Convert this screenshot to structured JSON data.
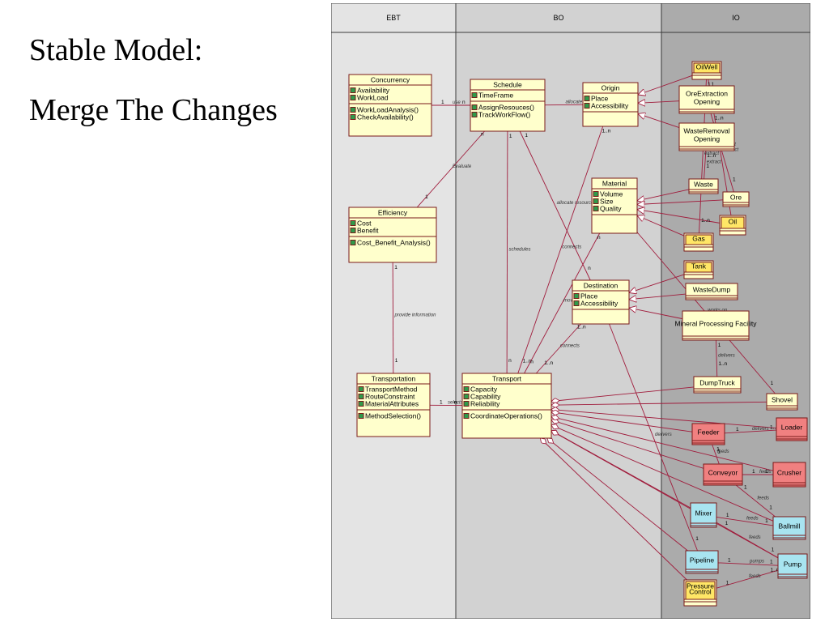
{
  "slide": {
    "title_line1": "Stable Model:",
    "title_line2": "Merge  The Changes"
  },
  "lanes": [
    {
      "name": "EBT",
      "fill": "#e4e4e4"
    },
    {
      "name": "BO",
      "fill": "#d2d2d2"
    },
    {
      "name": "IO",
      "fill": "#ababab"
    }
  ],
  "colors": {
    "class_fill": "#ffffcc",
    "inner_yellow": "#ffe666",
    "red_fill": "#f08080",
    "cyan_fill": "#a8e4f0",
    "border": "#7a1a1a",
    "line": "#a01c3c"
  },
  "classes": [
    {
      "id": "concurrency",
      "name": "Concurrency",
      "attrs": [
        "Availability",
        "WorkLoad"
      ],
      "ops": [
        "WorkLoadAnalysis()",
        "CheckAvailability()"
      ],
      "style": "yellow"
    },
    {
      "id": "schedule",
      "name": "Schedule",
      "attrs": [
        "TimeFrame"
      ],
      "ops": [
        "AssignResouces()",
        "TrackWorkFlow()"
      ],
      "style": "yellow"
    },
    {
      "id": "origin",
      "name": "Origin",
      "attrs": [
        "Place",
        "Accessibility"
      ],
      "ops": [],
      "style": "yellow"
    },
    {
      "id": "oilwell",
      "name": "OilWell",
      "attrs": [],
      "ops": [],
      "style": "gold"
    },
    {
      "id": "oreext",
      "name": "OreExtraction Opening",
      "attrs": [],
      "ops": [],
      "style": "yellow"
    },
    {
      "id": "wasterem",
      "name": "WasteRemoval Opening",
      "attrs": [],
      "ops": [],
      "style": "yellow"
    },
    {
      "id": "waste",
      "name": "Waste",
      "attrs": [],
      "ops": [],
      "style": "yellow"
    },
    {
      "id": "ore",
      "name": "Ore",
      "attrs": [],
      "ops": [],
      "style": "yellow"
    },
    {
      "id": "material",
      "name": "Material",
      "attrs": [
        "Volume",
        "Size",
        "Quality"
      ],
      "ops": [],
      "style": "yellow"
    },
    {
      "id": "oil",
      "name": "Oil",
      "attrs": [],
      "ops": [],
      "style": "gold"
    },
    {
      "id": "gas",
      "name": "Gas",
      "attrs": [],
      "ops": [],
      "style": "gold"
    },
    {
      "id": "efficiency",
      "name": "Efficiency",
      "attrs": [
        "Cost",
        "Benefit"
      ],
      "ops": [
        "Cost_Benefit_Analysis()"
      ],
      "style": "yellow"
    },
    {
      "id": "tank",
      "name": "Tank",
      "attrs": [],
      "ops": [],
      "style": "gold"
    },
    {
      "id": "destination",
      "name": "Destination",
      "attrs": [
        "Place",
        "Accessibility"
      ],
      "ops": [],
      "style": "yellow"
    },
    {
      "id": "wastedump",
      "name": "WasteDump",
      "attrs": [],
      "ops": [],
      "style": "yellow"
    },
    {
      "id": "mineral",
      "name": "Mineral Processing Facility",
      "attrs": [],
      "ops": [],
      "style": "yellow"
    },
    {
      "id": "transportation",
      "name": "Transportation",
      "attrs": [
        "TransportMethod",
        "RouteConstraint",
        "MaterialAttributes"
      ],
      "ops": [
        "MethodSelection()"
      ],
      "style": "yellow"
    },
    {
      "id": "transport",
      "name": "Transport",
      "attrs": [
        "Capacity",
        "Capability",
        "Reliability"
      ],
      "ops": [
        "CoordinateOperations()"
      ],
      "style": "yellow"
    },
    {
      "id": "dumptruck",
      "name": "DumpTruck",
      "attrs": [],
      "ops": [],
      "style": "yellow"
    },
    {
      "id": "shovel",
      "name": "Shovel",
      "attrs": [],
      "ops": [],
      "style": "yellow"
    },
    {
      "id": "loader",
      "name": "Loader",
      "attrs": [],
      "ops": [],
      "style": "red"
    },
    {
      "id": "feeder",
      "name": "Feeder",
      "attrs": [],
      "ops": [],
      "style": "red"
    },
    {
      "id": "conveyor",
      "name": "Conveyor",
      "attrs": [],
      "ops": [],
      "style": "red"
    },
    {
      "id": "crusher",
      "name": "Crusher",
      "attrs": [],
      "ops": [],
      "style": "red"
    },
    {
      "id": "mixer",
      "name": "Mixer",
      "attrs": [],
      "ops": [],
      "style": "cyan"
    },
    {
      "id": "ballmill",
      "name": "Ballmill",
      "attrs": [],
      "ops": [],
      "style": "cyan"
    },
    {
      "id": "pipeline",
      "name": "Pipeline",
      "attrs": [],
      "ops": [],
      "style": "cyan"
    },
    {
      "id": "pump",
      "name": "Pump",
      "attrs": [],
      "ops": [],
      "style": "cyan"
    },
    {
      "id": "pressure",
      "name": "Pressure Control",
      "attrs": [],
      "ops": [],
      "style": "gold"
    }
  ],
  "associations": [
    {
      "from": "concurrency",
      "to": "schedule",
      "label": "use",
      "m1": "1",
      "m2": "n"
    },
    {
      "from": "schedule",
      "to": "origin",
      "label": "allocate resource",
      "m1": "",
      "m2": ""
    },
    {
      "from": "schedule",
      "to": "efficiency",
      "label": "Evaluate",
      "m1": "n",
      "m2": "1"
    },
    {
      "from": "schedule",
      "to": "transport",
      "label": "schedules",
      "m1": "1",
      "m2": "n"
    },
    {
      "from": "schedule",
      "to": "destination",
      "label": "allocate resource",
      "m1": "1",
      "m2": "n"
    },
    {
      "from": "efficiency",
      "to": "transportation",
      "label": "provide information",
      "m1": "1",
      "m2": "1"
    },
    {
      "from": "transportation",
      "to": "transport",
      "label": "selects",
      "m1": "1",
      "m2": "n"
    },
    {
      "from": "origin",
      "to": "transport",
      "label": "connects",
      "m1": "1..n",
      "m2": "1..n"
    },
    {
      "from": "destination",
      "to": "transport",
      "label": "connects",
      "m1": "1..n",
      "m2": "1..n"
    },
    {
      "from": "material",
      "to": "transport",
      "label": "move",
      "m1": "n",
      "m2": "n"
    },
    {
      "from": "oreext",
      "to": "ore",
      "label": "extract",
      "m1": "1..n",
      "m2": "1"
    },
    {
      "from": "wasterem",
      "to": "waste",
      "label": "extract",
      "m1": "1..n",
      "m2": "1"
    },
    {
      "from": "oilwell",
      "to": "oil",
      "label": "extract",
      "m1": "1",
      "m2": "1..n"
    },
    {
      "from": "oilwell",
      "to": "gas",
      "label": "extract",
      "m1": "1",
      "m2": "1..n"
    },
    {
      "from": "material",
      "to": "shovel",
      "label": "works on",
      "m1": "",
      "m2": "1"
    },
    {
      "from": "mineral",
      "to": "dumptruck",
      "label": "delivers",
      "m1": "1",
      "m2": "1..n"
    },
    {
      "from": "transport",
      "to": "dumptruck",
      "label": "",
      "m1": "",
      "m2": ""
    },
    {
      "from": "transport",
      "to": "shovel",
      "label": "",
      "m1": "",
      "m2": ""
    },
    {
      "from": "transport",
      "to": "loader",
      "label": "",
      "m1": "",
      "m2": ""
    },
    {
      "from": "transport",
      "to": "feeder",
      "label": "",
      "m1": "",
      "m2": ""
    },
    {
      "from": "transport",
      "to": "conveyor",
      "label": "",
      "m1": "",
      "m2": ""
    },
    {
      "from": "transport",
      "to": "crusher",
      "label": "",
      "m1": "",
      "m2": ""
    },
    {
      "from": "transport",
      "to": "mixer",
      "label": "",
      "m1": "",
      "m2": ""
    },
    {
      "from": "transport",
      "to": "ballmill",
      "label": "",
      "m1": "",
      "m2": ""
    },
    {
      "from": "transport",
      "to": "pipeline",
      "label": "",
      "m1": "",
      "m2": ""
    },
    {
      "from": "transport",
      "to": "pump",
      "label": "",
      "m1": "",
      "m2": ""
    },
    {
      "from": "transport",
      "to": "pressure",
      "label": "",
      "m1": "",
      "m2": ""
    },
    {
      "from": "loader",
      "to": "feeder",
      "label": "delivers",
      "m1": "1..n",
      "m2": "1"
    },
    {
      "from": "feeder",
      "to": "conveyor",
      "label": "feeds",
      "m1": "1",
      "m2": "1"
    },
    {
      "from": "conveyor",
      "to": "crusher",
      "label": "feeds",
      "m1": "1",
      "m2": "1"
    },
    {
      "from": "conveyor",
      "to": "ballmill",
      "label": "feeds",
      "m1": "1",
      "m2": "1"
    },
    {
      "from": "mixer",
      "to": "ballmill",
      "label": "feeds",
      "m1": "1",
      "m2": "1"
    },
    {
      "from": "mixer",
      "to": "pump",
      "label": "feeds",
      "m1": "1",
      "m2": "1"
    },
    {
      "from": "pipeline",
      "to": "pump",
      "label": "pumps",
      "m1": "1",
      "m2": "1"
    },
    {
      "from": "pressure",
      "to": "pump",
      "label": "feeds",
      "m1": "1",
      "m2": "1..n"
    },
    {
      "from": "destination",
      "to": "pipeline",
      "label": "delivers",
      "m1": "",
      "m2": "1"
    }
  ]
}
